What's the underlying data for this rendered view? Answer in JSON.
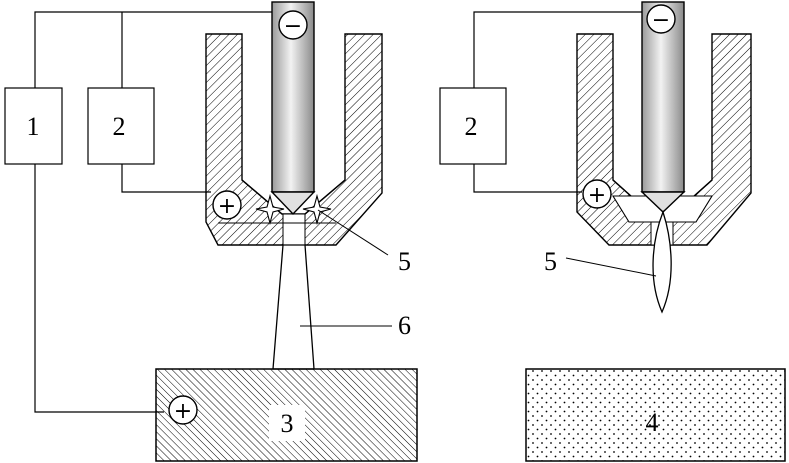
{
  "labels": {
    "power_supply_1": "1",
    "power_supply_2_left": "2",
    "power_supply_2_right": "2",
    "workpiece_conductive": "3",
    "workpiece_nonconductive": "4",
    "arc_left": "5",
    "arc_right": "5",
    "plasma_jet": "6"
  },
  "signs": {
    "negative": "−",
    "positive": "+"
  },
  "colors": {
    "stroke": "#000000",
    "background": "#ffffff",
    "electrode_fill": "#d8d8d8"
  }
}
